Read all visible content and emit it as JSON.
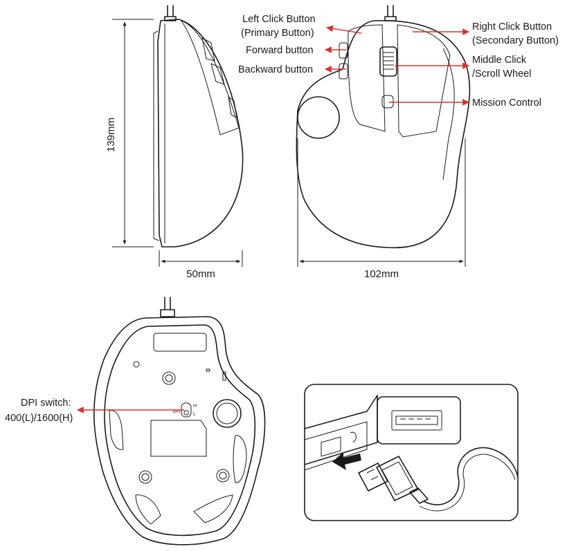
{
  "labels": {
    "left_click_line1": "Left Click Button",
    "left_click_line2": "(Primary Button)",
    "forward": "Forward button",
    "backward": "Backward button",
    "right_click_line1": "Right Click Button",
    "right_click_line2": "(Secondary Button)",
    "middle_line1": "Middle Click",
    "middle_line2": "/Scroll Wheel",
    "mission": "Mission Control",
    "dpi_line1": "DPI switch:",
    "dpi_line2": "400(L)/1600(H)",
    "dpi_mark_h": "H",
    "dpi_mark_l": "L",
    "dpi_mark_text": "DPI"
  },
  "dimensions": {
    "height": "139mm",
    "side_width": "50mm",
    "top_width": "102mm"
  },
  "colors": {
    "line": "#1a1a1a",
    "callout": "#d9302c"
  }
}
